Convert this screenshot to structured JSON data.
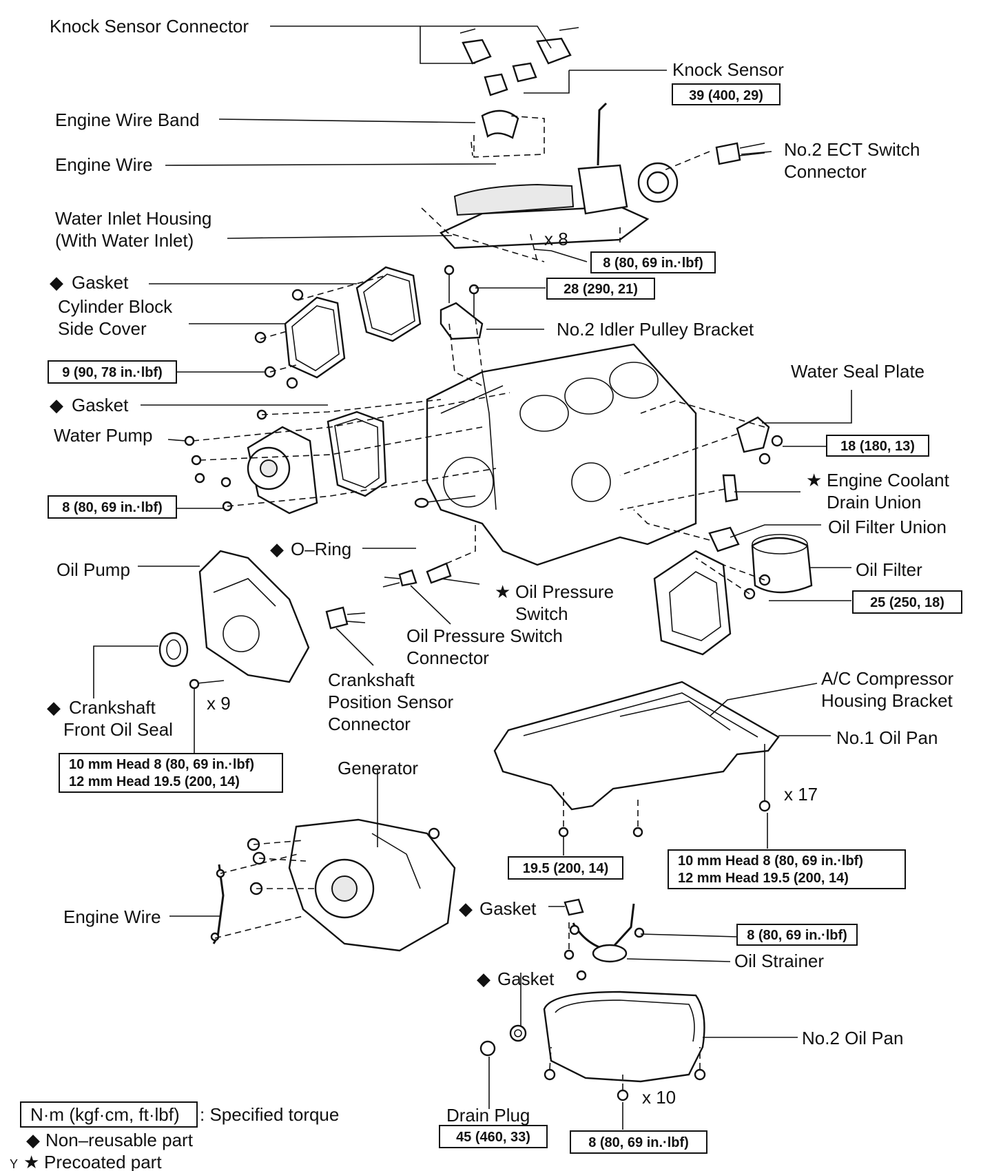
{
  "labels": {
    "knock_sensor_connector": "Knock Sensor Connector",
    "knock_sensor": "Knock Sensor",
    "engine_wire_band": "Engine Wire Band",
    "engine_wire_top": "Engine Wire",
    "no2_ect_switch_connector_l1": "No.2 ECT Switch",
    "no2_ect_switch_connector_l2": "Connector",
    "water_inlet_housing_l1": "Water Inlet Housing",
    "water_inlet_housing_l2": "(With Water Inlet)",
    "x8": "x 8",
    "gasket_side_cover": "Gasket",
    "cylinder_block_side_cover_l1": "Cylinder Block",
    "cylinder_block_side_cover_l2": "Side Cover",
    "no2_idler_pulley_bracket": "No.2 Idler Pulley Bracket",
    "water_seal_plate": "Water Seal Plate",
    "gasket_water_pump": "Gasket",
    "water_pump": "Water Pump",
    "engine_coolant_drain_union_l1": "Engine Coolant",
    "engine_coolant_drain_union_l2": "Drain Union",
    "oil_filter_union": "Oil Filter Union",
    "o_ring": "O–Ring",
    "oil_pump": "Oil Pump",
    "oil_filter": "Oil Filter",
    "oil_pressure_switch_l1": "Oil Pressure",
    "oil_pressure_switch_l2": "Switch",
    "oil_pressure_switch_connector_l1": "Oil Pressure Switch",
    "oil_pressure_switch_connector_l2": "Connector",
    "crankshaft_position_sensor_connector_l1": "Crankshaft",
    "crankshaft_position_sensor_connector_l2": "Position Sensor",
    "crankshaft_position_sensor_connector_l3": "Connector",
    "x9": "x 9",
    "crankshaft_front_oil_seal_l1": "Crankshaft",
    "crankshaft_front_oil_seal_l2": "Front Oil Seal",
    "ac_compressor_housing_bracket_l1": "A/C Compressor",
    "ac_compressor_housing_bracket_l2": "Housing Bracket",
    "no1_oil_pan": "No.1 Oil Pan",
    "x17": "x 17",
    "generator": "Generator",
    "engine_wire_bottom": "Engine Wire",
    "gasket_strainer": "Gasket",
    "oil_strainer": "Oil Strainer",
    "gasket_drain": "Gasket",
    "no2_oil_pan": "No.2 Oil Pan",
    "drain_plug": "Drain Plug",
    "x10": "x 10"
  },
  "torques": {
    "knock_sensor": "39 (400, 29)",
    "water_inlet_housing": "8 (80, 69 in.·lbf)",
    "idler_pulley_bracket": "28 (290, 21)",
    "side_cover": "9 (90, 78 in.·lbf)",
    "water_seal_plate": "18 (180, 13)",
    "water_pump": "8 (80, 69 in.·lbf)",
    "oil_filter_area": "25 (250, 18)",
    "oil_pump_l1": "10 mm Head 8 (80, 69 in.·lbf)",
    "oil_pump_l2": "12 mm Head 19.5 (200, 14)",
    "oil_pan1_nuts": "19.5 (200, 14)",
    "oil_pan1_bolts_l1": "10 mm Head 8 (80, 69 in.·lbf)",
    "oil_pan1_bolts_l2": "12 mm Head 19.5 (200, 14)",
    "oil_strainer": "8 (80, 69 in.·lbf)",
    "drain_plug": "45 (460, 33)",
    "oil_pan2": "8 (80, 69 in.·lbf)"
  },
  "symbols": {
    "non_reusable": "◆",
    "precoated": "★"
  },
  "legend": {
    "torque_box": "N·m (kgf·cm, ft·lbf)",
    "torque_desc": ": Specified torque",
    "non_reusable": "Non–reusable part",
    "precoated": "Precoated part",
    "corner_mark": "Y"
  }
}
